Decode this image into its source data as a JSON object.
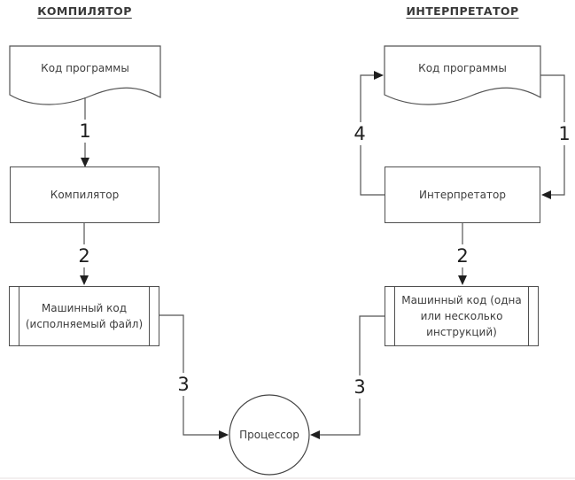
{
  "diagram": {
    "compiler": {
      "title": "КОМПИЛЯТОР",
      "source_doc_label": "Код программы",
      "process_box_label": "Компилятор",
      "machine_code_label": "Машинный код\n(исполняемый файл)",
      "steps": {
        "s1": "1",
        "s2": "2",
        "s3": "3"
      }
    },
    "interpreter": {
      "title": "ИНТЕРПРЕТАТОР",
      "source_doc_label": "Код программы",
      "process_box_label": "Интерпретатор",
      "machine_code_label": "Машинный код (одна\nили несколько\nинструкций)",
      "steps": {
        "s1": "1",
        "s2": "2",
        "s3": "3",
        "s4": "4"
      }
    },
    "processor_label": "Процессор",
    "colors": {
      "line": "#555555",
      "arrowhead": "#1f1f1f",
      "box_border": "#4f4f4f",
      "text": "#3d3d3d",
      "background": "#ffffff"
    }
  }
}
